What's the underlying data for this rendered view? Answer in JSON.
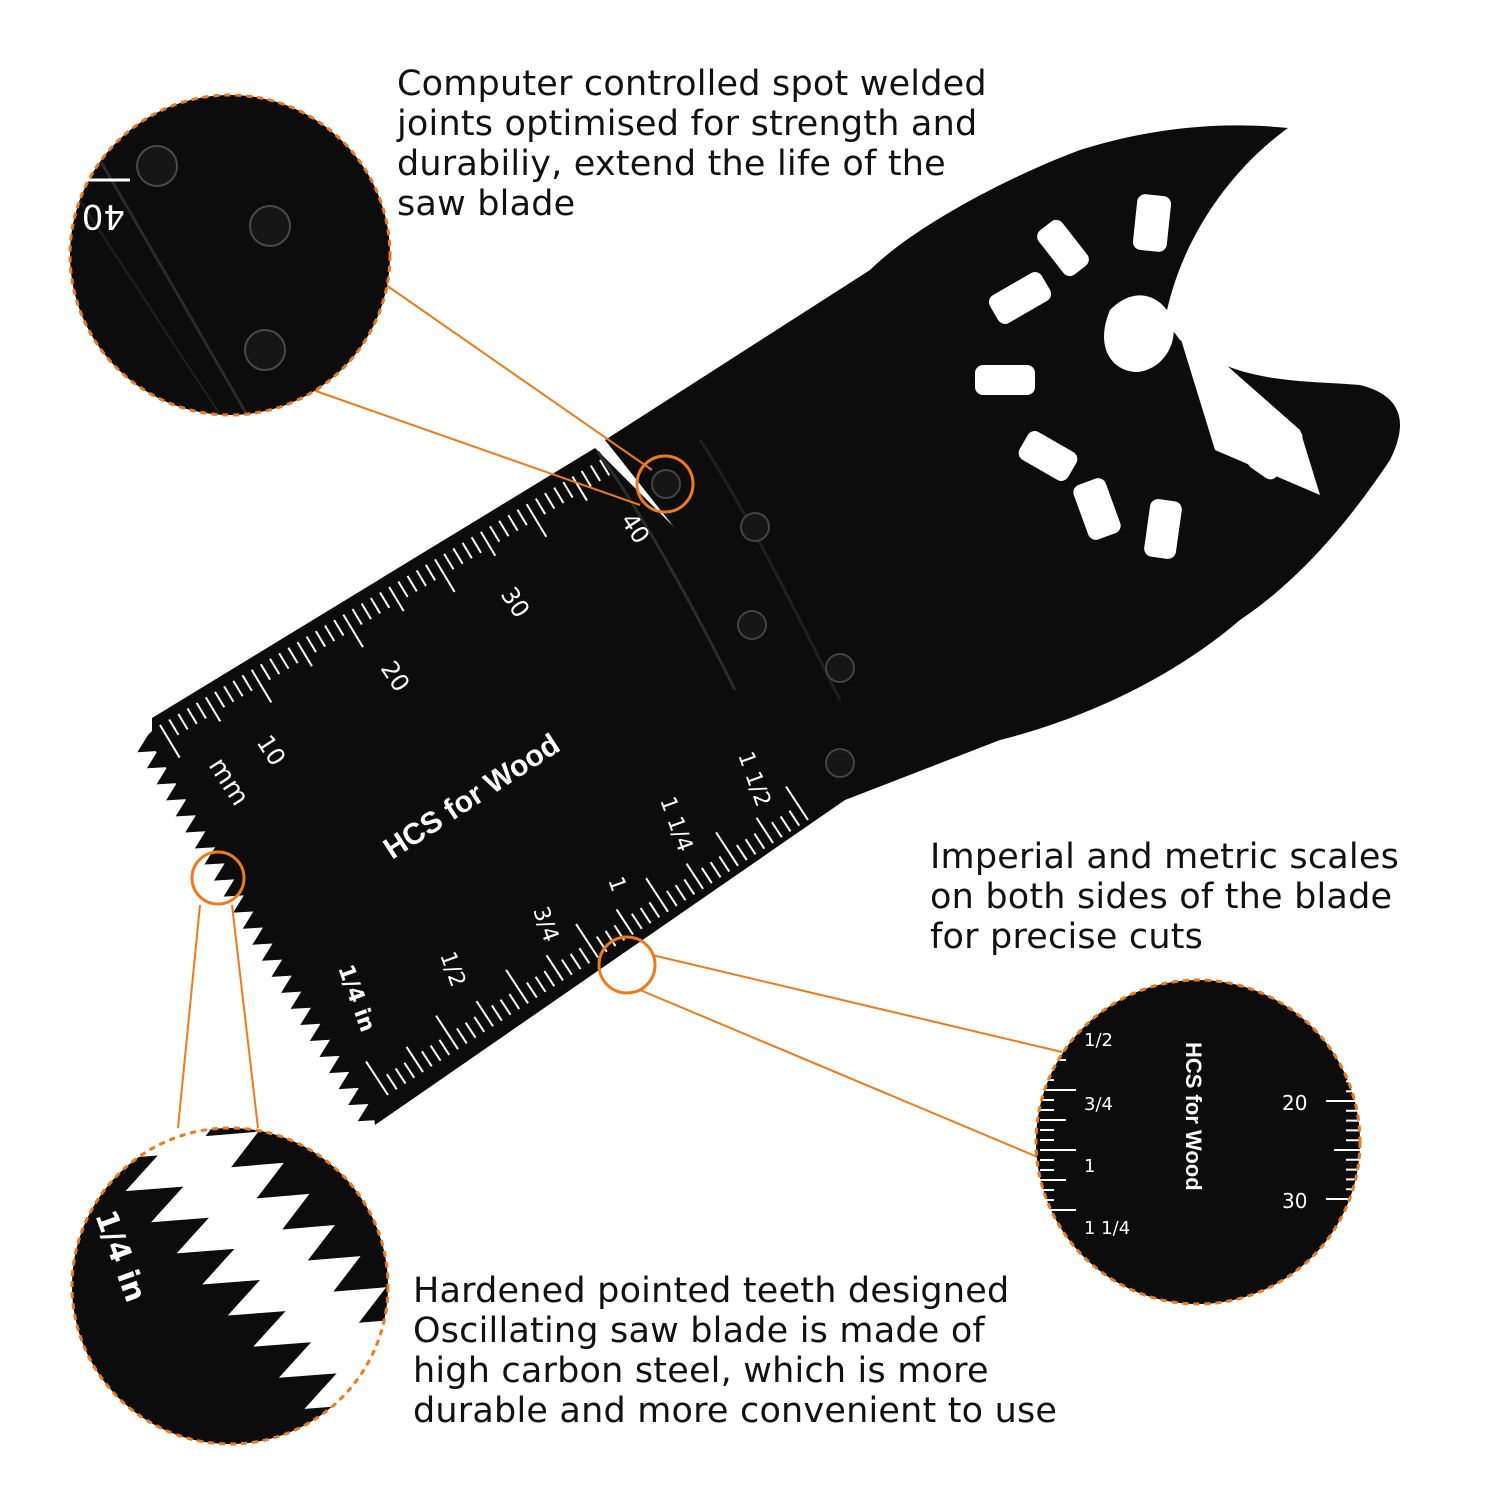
{
  "captions": {
    "welds": [
      "Computer controlled spot welded",
      "joints optimised for strength and",
      "durabiliy, extend the life of the",
      "saw blade"
    ],
    "scales": [
      "Imperial and metric scales",
      "on both sides of the blade",
      "for precise cuts"
    ],
    "teeth": [
      "Hardened pointed teeth designed",
      "Oscillating saw blade is made of",
      "high carbon steel, which is more",
      "durable and more convenient to use"
    ]
  },
  "blade": {
    "label": "HCS for Wood",
    "metric_unit": "mm",
    "imperial_unit": "1/4 in",
    "metric_ticks": [
      "10",
      "20",
      "30",
      "40"
    ],
    "imperial_ticks": [
      "1/2",
      "3/4",
      "1",
      "1 1/4",
      "1 1/2"
    ]
  },
  "zoom_welds": {
    "tick_label": "40"
  },
  "zoom_teeth": {
    "tick_label": "1/4 in"
  },
  "zoom_scales": {
    "label": "HCS for Wood",
    "imperial_ticks": [
      "1/2",
      "3/4",
      "1",
      "1 1/4"
    ],
    "metric_ticks": [
      "20",
      "30"
    ]
  },
  "colors": {
    "accent": "#F07A1A",
    "blade": "#0c0c0c",
    "text": "#111111"
  }
}
